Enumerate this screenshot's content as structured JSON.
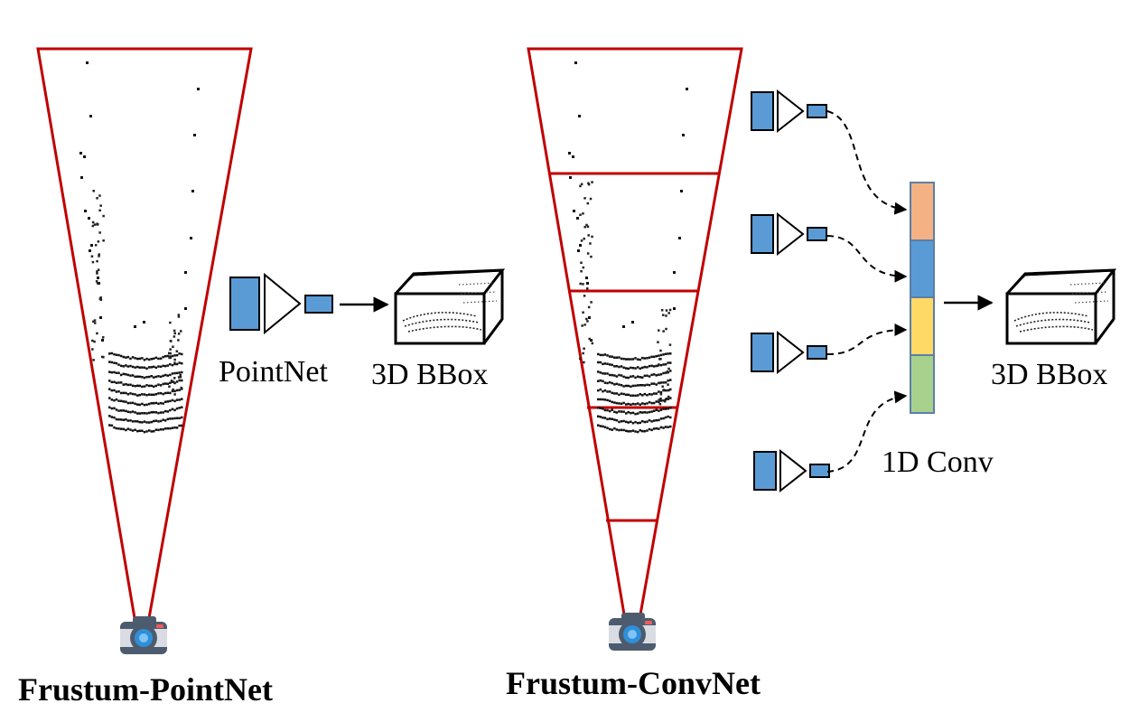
{
  "left_panel": {
    "title": "Frustum-PointNet",
    "network_label": "PointNet",
    "output_label": "3D BBox"
  },
  "right_panel": {
    "title": "Frustum-ConvNet",
    "conv_label": "1D Conv",
    "output_label": "3D BBox"
  },
  "colors": {
    "frustum": "#c00000",
    "block_blue": "#5b9bd5",
    "feature_orange": "#f4b183",
    "feature_blue": "#5b9bd5",
    "feature_yellow": "#ffd966",
    "feature_green": "#a9d18e",
    "camera_body": "#4d5b6e"
  },
  "icons": [
    "camera-icon",
    "bbox-icon",
    "triangle-layer-icon"
  ]
}
